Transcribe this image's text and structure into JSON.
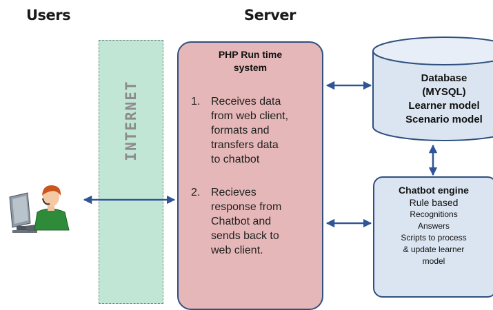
{
  "headings": {
    "users": "Users",
    "server": "Server"
  },
  "internet": {
    "label": "INTERNET"
  },
  "php_runtime": {
    "title_line1": "PHP Run time",
    "title_line2": "system",
    "steps": [
      {
        "number": "1.",
        "lines": [
          "Receives data",
          "from web client,",
          "formats and",
          "transfers data",
          "to chatbot"
        ]
      },
      {
        "number": "2.",
        "lines": [
          "Recieves",
          "response from",
          "Chatbot and",
          "sends back to",
          "web client."
        ]
      }
    ]
  },
  "database": {
    "lines": [
      "Database",
      "(MYSQL)",
      "Learner model",
      "Scenario model"
    ]
  },
  "chatbot_engine": {
    "title": "Chatbot engine",
    "subtitle": "Rule based",
    "lines": [
      "Recognitions",
      "Answers",
      "Scripts to process",
      "& update learner",
      "model"
    ]
  },
  "icons": {
    "user": "user-at-computer-icon",
    "arrow": "double-headed-arrow"
  },
  "colors": {
    "internet_band": "#c2e6d6",
    "php_box": "#e6b7b8",
    "chatbot_box": "#dbe5f1",
    "database_fill": "#dbe5f1",
    "outline": "#2f4f7f",
    "arrow": "#2f5597"
  }
}
